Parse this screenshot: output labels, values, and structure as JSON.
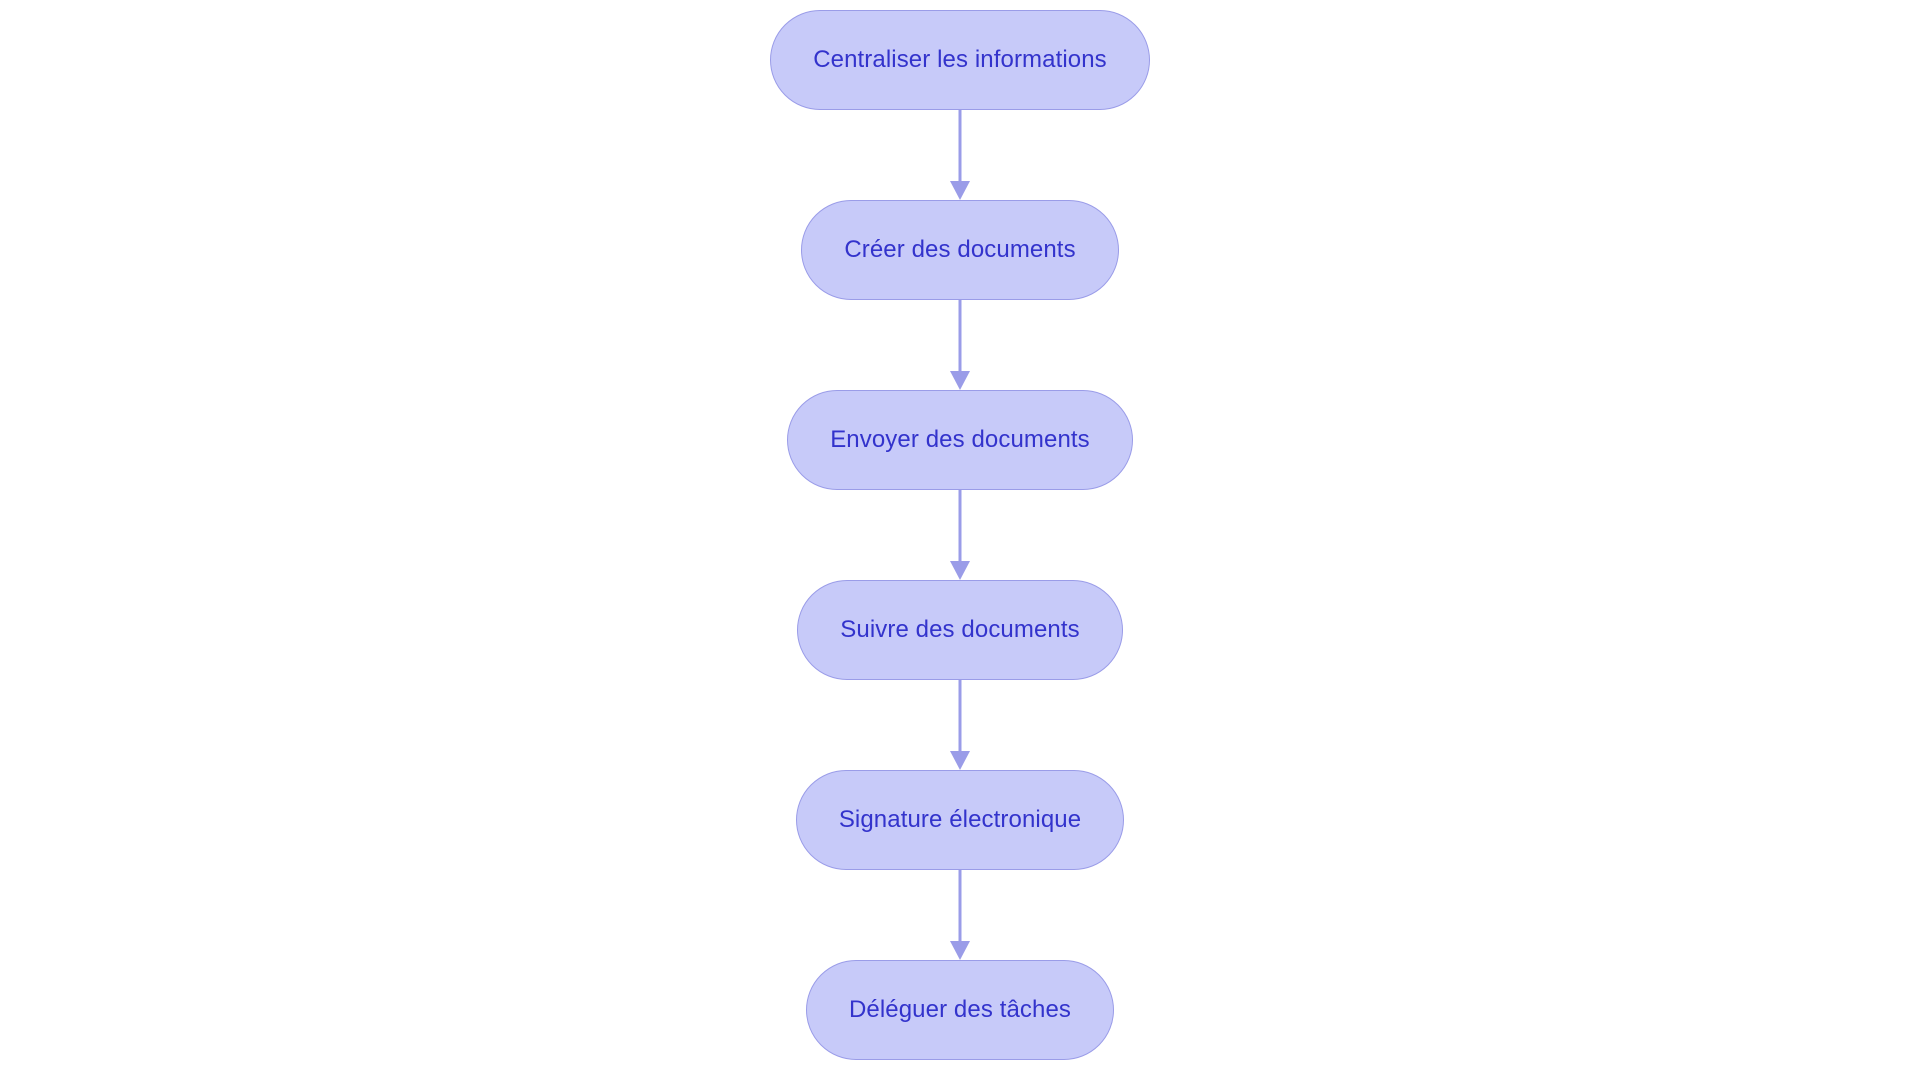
{
  "diagram": {
    "type": "flowchart",
    "orientation": "top-to-bottom",
    "background_color": "#ffffff",
    "node_fill_color": "#c7caf9",
    "node_border_color": "#9a9ce8",
    "node_text_color": "#3333cc",
    "arrow_color": "#9a9ce8",
    "nodes": [
      {
        "id": "n1",
        "label": "Centraliser les informations"
      },
      {
        "id": "n2",
        "label": "Créer des documents"
      },
      {
        "id": "n3",
        "label": "Envoyer des documents"
      },
      {
        "id": "n4",
        "label": "Suivre des documents"
      },
      {
        "id": "n5",
        "label": "Signature électronique"
      },
      {
        "id": "n6",
        "label": "Déléguer des tâches"
      }
    ],
    "edges": [
      {
        "from": "n1",
        "to": "n2",
        "label": ""
      },
      {
        "from": "n2",
        "to": "n3",
        "label": ""
      },
      {
        "from": "n3",
        "to": "n4",
        "label": ""
      },
      {
        "from": "n4",
        "to": "n5",
        "label": ""
      },
      {
        "from": "n5",
        "to": "n6",
        "label": ""
      }
    ]
  }
}
